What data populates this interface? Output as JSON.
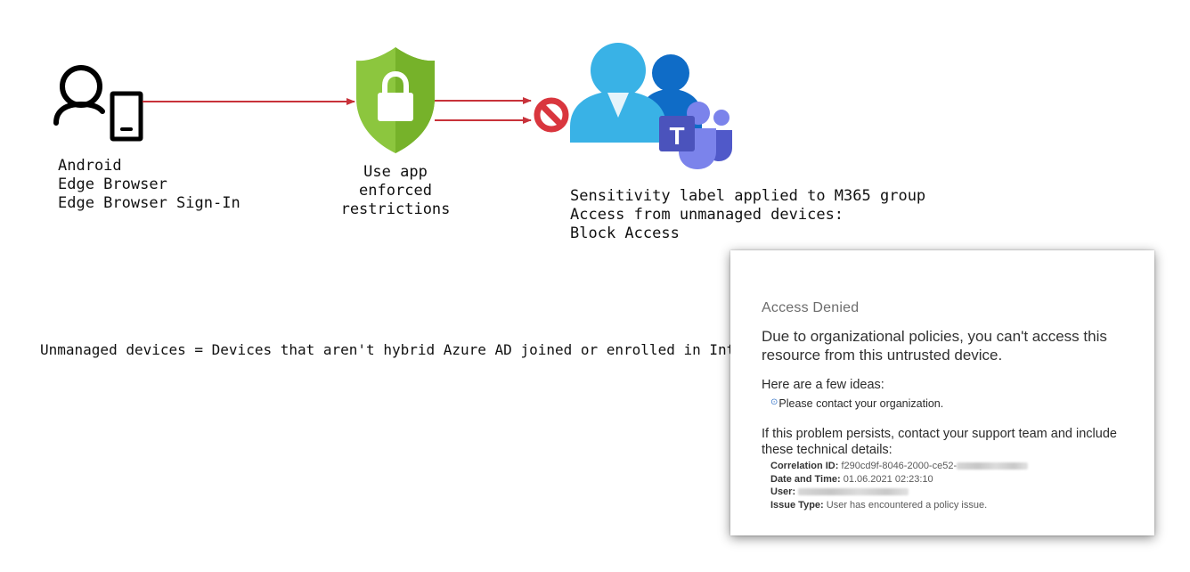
{
  "colors": {
    "arrow": "#c8323a",
    "shield_light": "#8cc63e",
    "shield_dark": "#6aa91f",
    "block_sign": "#d9363e",
    "person_front": "#39b2e6",
    "person_back": "#0f6cc7",
    "teams": "#5b5fc7"
  },
  "icons": {
    "user_device": "user-with-phone-icon",
    "shield": "shield-lock-icon",
    "block": "block-sign-icon",
    "group": "group-users-icon",
    "teams": "teams-logo-icon"
  },
  "user_node": {
    "lines": [
      "Android",
      "Edge Browser",
      "Edge Browser Sign-In"
    ]
  },
  "shield_node": {
    "lines": [
      "Use app",
      "enforced",
      "restrictions"
    ]
  },
  "group_node": {
    "lines": [
      "Sensitivity label applied to M365 group",
      "Access from unmanaged devices:",
      "Block Access"
    ]
  },
  "note": "Unmanaged devices = Devices that aren't hybrid Azure AD joined or enrolled in Intune",
  "teams_letter": "T",
  "dialog": {
    "title": "Access Denied",
    "message": "Due to organizational policies, you can't access this resource from this untrusted device.",
    "ideas_heading": "Here are a few ideas:",
    "idea_bullet": "⊙",
    "idea": "Please contact your organization.",
    "persist": "If this problem persists, contact your support team and include these technical details:",
    "details": {
      "correlation_label": "Correlation ID:",
      "correlation_value": "f290cd9f-8046-2000-ce52-",
      "datetime_label": "Date and Time:",
      "datetime_value": "01.06.2021 02:23:10",
      "user_label": "User:",
      "issue_label": "Issue Type:",
      "issue_value": "User has encountered a policy issue."
    }
  }
}
